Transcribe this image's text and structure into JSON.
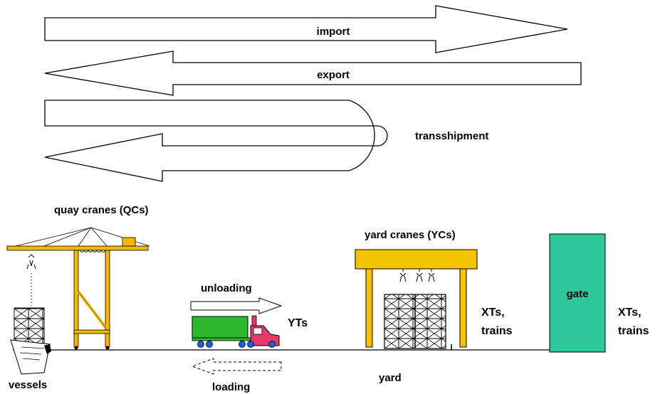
{
  "flows": {
    "import": "import",
    "export": "export",
    "transshipment": "transshipment"
  },
  "labels": {
    "quay_cranes": "quay cranes (QCs)",
    "yard_cranes": "yard cranes (YCs)",
    "unloading": "unloading",
    "loading": "loading",
    "yts": "YTs",
    "xts_trains_yard_1": "XTs,",
    "xts_trains_yard_2": "trains",
    "gate": "gate",
    "xts_trains_gate_1": "XTs,",
    "xts_trains_gate_2": "trains",
    "yard": "yard",
    "vessels": "vessels"
  },
  "colors": {
    "crane": "#f5b800",
    "yard_crane": "#f5c400",
    "gate": "#2ec99a",
    "truck_trailer": "#2db82d",
    "truck_cab": "#e83a6a",
    "wheels": "#1a5fd6",
    "outline": "#000000"
  },
  "icons": {
    "quay_crane": "quay-crane-icon",
    "yard_crane": "yard-crane-icon",
    "truck": "truck-icon",
    "vessel": "vessel-icon",
    "gate": "gate-icon"
  }
}
